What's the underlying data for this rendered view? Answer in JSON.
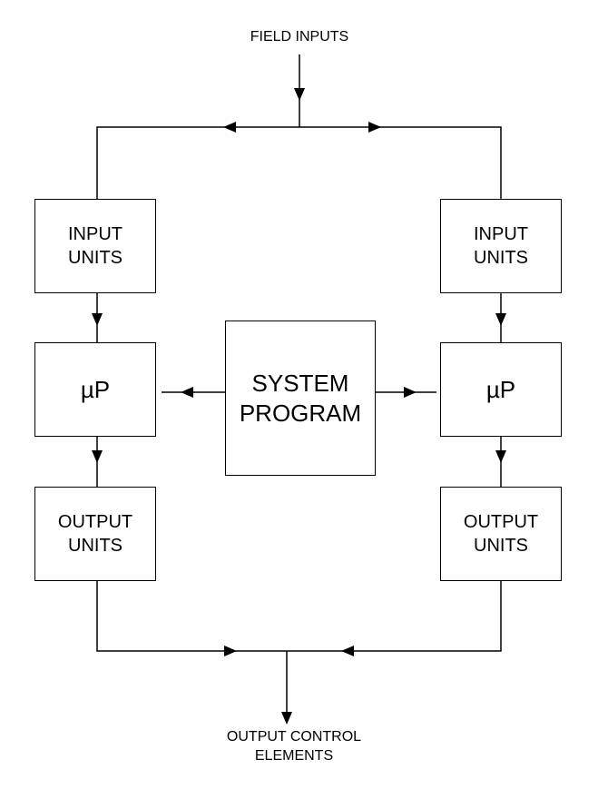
{
  "diagram": {
    "top_label": "FIELD INPUTS",
    "bottom_label": "OUTPUT CONTROL\nELEMENTS",
    "left_input": "INPUT\nUNITS",
    "right_input": "INPUT\nUNITS",
    "left_processor": "µP",
    "right_processor": "µP",
    "center_program": "SYSTEM\nPROGRAM",
    "left_output": "OUTPUT\nUNITS",
    "right_output": "OUTPUT\nUNITS"
  },
  "colors": {
    "line": "#000000",
    "background": "#ffffff"
  }
}
